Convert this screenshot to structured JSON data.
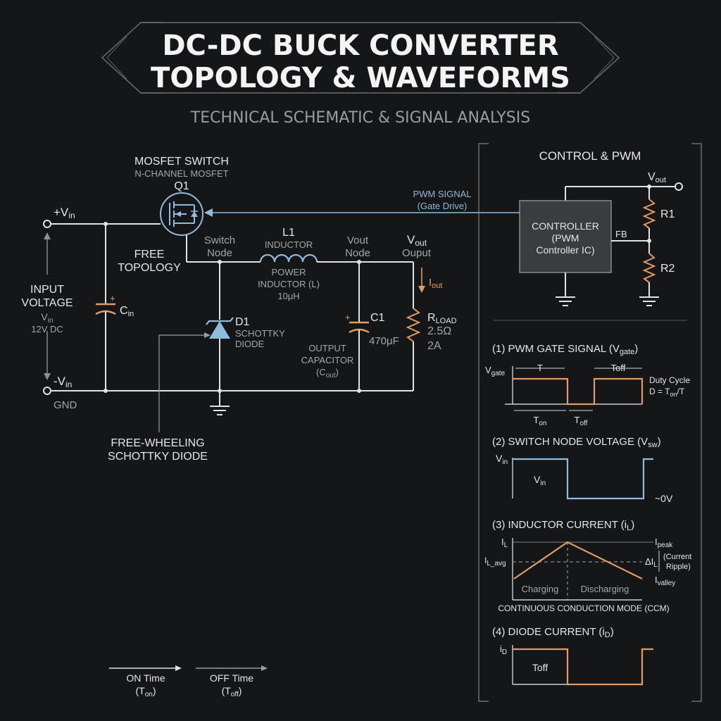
{
  "header": {
    "title_line1": "DC-DC BUCK CONVERTER",
    "title_line2": "TOPOLOGY & WAVEFORMS",
    "subtitle": "TECHNICAL SCHEMATIC & SIGNAL ANALYSIS"
  },
  "schematic": {
    "mosfet_title": "MOSFET SWITCH",
    "mosfet_type": "N-CHANNEL MOSFET",
    "mosfet_ref": "Q1",
    "vin_plus": "+V",
    "vin_plus_sub": "in",
    "vin_minus": "-V",
    "vin_minus_sub": "in",
    "gnd": "GND",
    "input_voltage_1": "INPUT",
    "input_voltage_2": "VOLTAGE",
    "vin_label": "V",
    "vin_label_sub": "in",
    "vin_value": "12V DC",
    "cin": "C",
    "cin_sub": "in",
    "free_topology_1": "FREE",
    "free_topology_2": "TOPOLOGY",
    "switch_node_1": "Switch",
    "switch_node_2": "Node",
    "l1_ref": "L1",
    "l1_type": "INDUCTOR",
    "power_inductor_1": "POWER",
    "power_inductor_2": "INDUCTOR (L)",
    "l1_value": "10μH",
    "vout_node_1": "Vout",
    "vout_node_2": "Node",
    "vout_label": "V",
    "vout_label_sub": "out",
    "output_label": "Ouput",
    "iout": "I",
    "iout_sub": "out",
    "d1_ref": "D1",
    "d1_type_1": "SCHOTTKY",
    "d1_type_2": "DIODE",
    "c1_ref": "C1",
    "c1_value": "470μF",
    "output_cap_1": "OUTPUT",
    "output_cap_2": "CAPACITOR",
    "output_cap_3": "(C",
    "output_cap_3_sub": "out",
    "output_cap_3_end": ")",
    "rload": "R",
    "rload_sub": "LOAD",
    "rload_value": "2.5Ω",
    "rload_current": "2A",
    "freewheel_1": "FREE-WHEELING",
    "freewheel_2": "SCHOTTKY DIODE",
    "pwm_signal_1": "PWM SIGNAL",
    "pwm_signal_2": "(Gate Drive)"
  },
  "control": {
    "title": "CONTROL & PWM",
    "vout": "V",
    "vout_sub": "out",
    "controller_1": "CONTROLLER",
    "controller_2": "(PWM",
    "controller_3": "Controller IC)",
    "fb": "FB",
    "r1": "R1",
    "r2": "R2"
  },
  "waveforms": {
    "w1_title": "(1) PWM GATE SIGNAL (V",
    "w1_title_sub": "gate",
    "w1_title_end": ")",
    "w1_ylabel": "V",
    "w1_ylabel_sub": "gate",
    "w1_T": "T",
    "w1_Toff": "Toff",
    "w1_Ton": "T",
    "w1_Ton_sub": "on",
    "w1_Toff2": "T",
    "w1_Toff2_sub": "off",
    "w1_duty_1": "Duty Cycle",
    "w1_duty_2": "D = T",
    "w1_duty_2_sub": "on",
    "w1_duty_2_end": "/T",
    "w2_title": "(2) SWITCH NODE VOLTAGE (V",
    "w2_title_sub": "sw",
    "w2_title_end": ")",
    "w2_ylabel": "V",
    "w2_ylabel_sub": "in",
    "w2_inner": "V",
    "w2_inner_sub": "in",
    "w2_zero": "~0V",
    "w3_title": "(3) INDUCTOR CURRENT (i",
    "w3_title_sub": "L",
    "w3_title_end": ")",
    "w3_ylabel": "I",
    "w3_ylabel_sub": "L",
    "w3_avg": "I",
    "w3_avg_sub": "L_avg",
    "w3_peak": "I",
    "w3_peak_sub": "peak",
    "w3_ripple": "ΔI",
    "w3_ripple_sub": "L",
    "w3_ripple_note_1": "(Current",
    "w3_ripple_note_2": "Ripple)",
    "w3_valley": "I",
    "w3_valley_sub": "valley",
    "w3_charging": "Charging",
    "w3_discharging": "Discharging",
    "w3_ccm": "CONTINUOUS CONDUCTION MODE (CCM)",
    "w4_title": "(4) DIODE CURRENT (i",
    "w4_title_sub": "D",
    "w4_title_end": ")",
    "w4_ylabel": "i",
    "w4_ylabel_sub": "D",
    "w4_inner": "Toff"
  },
  "legend": {
    "on_1": "ON Time",
    "on_2": "(T",
    "on_2_sub": "on",
    "on_2_end": ")",
    "off_1": "OFF Time",
    "off_2": "(T",
    "off_2_sub": "off",
    "off_2_end": ")"
  },
  "colors": {
    "background": "#151618",
    "wire": "#e2e2e2",
    "orange": "#e39a63",
    "blue": "#8fbbdc"
  }
}
